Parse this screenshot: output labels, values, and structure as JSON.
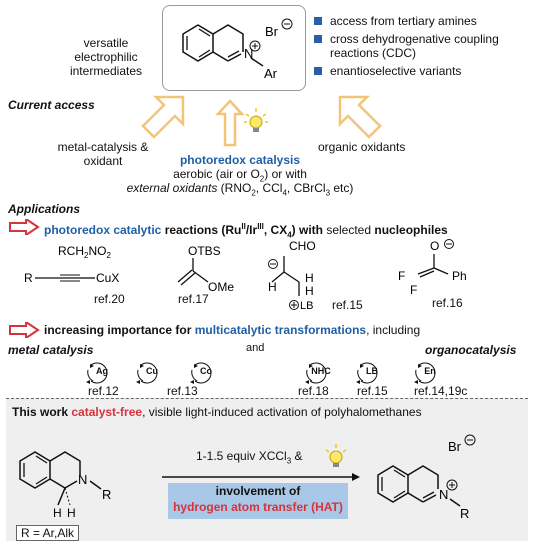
{
  "header": {
    "versatile": "versatile electrophilic intermediates",
    "bullets": [
      "access from tertiary amines",
      "cross dehydrogenative coupling reactions (CDC)",
      "enantioselective variants"
    ]
  },
  "current_access": {
    "title": "Current access",
    "left": "metal-catalysis & oxidant",
    "right": "organic oxidants",
    "center_title": "photoredox catalysis",
    "center_line1": "aerobic (air or O2) or with",
    "center_line2": "external oxidants (RNO2, CCl4, CBrCl3 etc)"
  },
  "applications": {
    "title": "Applications",
    "line": "photoredox catalytic reactions (RuII/IrIII, CX4) with selected nucleophiles",
    "refs": [
      "ref.20",
      "ref.17",
      "ref.15",
      "ref.16"
    ]
  },
  "multicat": {
    "line": "increasing importance for multicatalytic transformations, including",
    "metal": "metal catalysis",
    "and": "and",
    "organo": "organocatalysis",
    "catalysts": [
      "Ag",
      "Cu",
      "Co",
      "NHC",
      "LB",
      "En"
    ],
    "refs": [
      "ref.12",
      "ref.13",
      "ref.18",
      "ref.15",
      "ref.14,19c"
    ]
  },
  "this_work": {
    "title_prefix": "This work",
    "title_red": "catalyst-free",
    "title_suffix": ", visible light-induced activation of polyhalomethanes",
    "reagent": "1-1.5 equiv XCCl3 &",
    "hat_line1": "involvement of",
    "hat_line2": "hydrogen atom transfer (HAT)",
    "r_label": "R = Ar,Alk"
  },
  "colors": {
    "accent_blue": "#1f5fa7",
    "accent_red": "#d6333c",
    "arrow_orange": "#f2c47a"
  }
}
